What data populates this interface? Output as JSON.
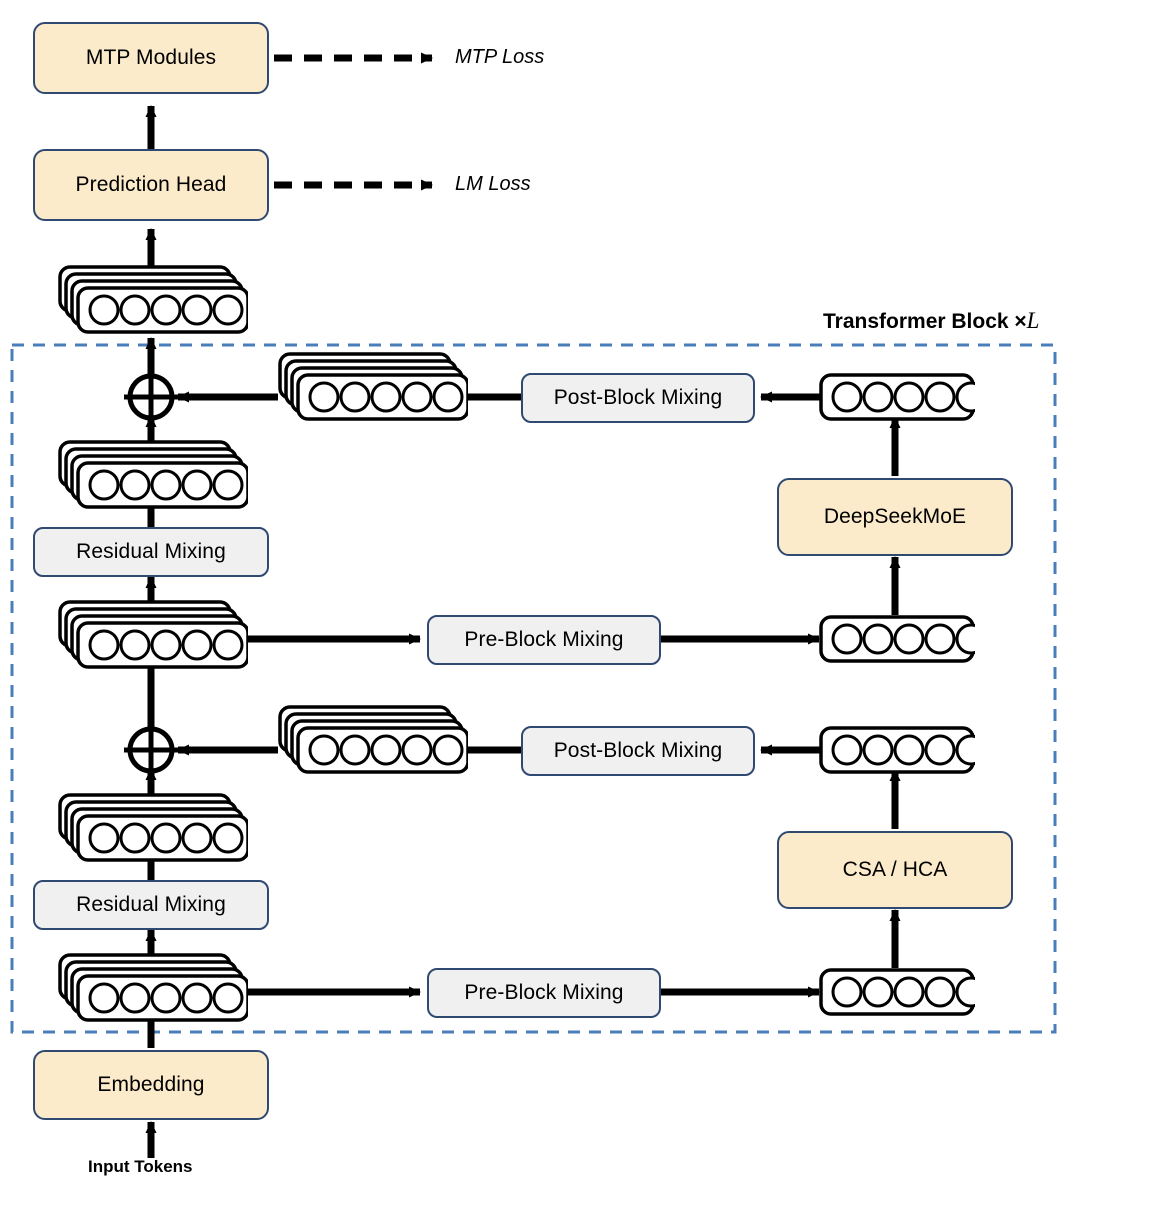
{
  "title": "DeepSeek-style Transformer Architecture Diagram",
  "colors": {
    "cream_fill": "#FCEBCB",
    "gray_fill": "#F0F0F0",
    "node_border": "#2F4970",
    "dashed_border": "#4A7EBB",
    "arrow": "#000000",
    "text": "#000000"
  },
  "nodes": {
    "mtp_modules": "MTP Modules",
    "prediction_head": "Prediction Head",
    "residual_mixing_upper": "Residual Mixing",
    "residual_mixing_lower": "Residual Mixing",
    "pre_block_mixing_upper": "Pre-Block Mixing",
    "pre_block_mixing_lower": "Pre-Block Mixing",
    "post_block_mixing_upper": "Post-Block Mixing",
    "post_block_mixing_lower": "Post-Block Mixing",
    "deepseekmoe": "DeepSeekMoE",
    "csa_hca": "CSA / HCA",
    "embedding": "Embedding"
  },
  "labels": {
    "mtp_loss": "MTP Loss",
    "lm_loss": "LM Loss",
    "transformer_block_prefix": "Transformer Block ",
    "transformer_block_mult": "×",
    "transformer_block_count": "L",
    "input_tokens": "Input Tokens"
  },
  "token_groups": {
    "tokens_per_group": 5,
    "stacked_layers": 4,
    "stacked": [
      {
        "name": "tokens-above-prediction-head"
      },
      {
        "name": "tokens-residual-top"
      },
      {
        "name": "tokens-post-block-upper"
      },
      {
        "name": "tokens-pre-block-upper"
      },
      {
        "name": "tokens-post-block-lower"
      },
      {
        "name": "tokens-residual-lower"
      },
      {
        "name": "tokens-pre-block-lower"
      }
    ],
    "single": [
      {
        "name": "tokens-moe-output"
      },
      {
        "name": "tokens-moe-input"
      },
      {
        "name": "tokens-attention-output"
      },
      {
        "name": "tokens-attention-input"
      }
    ]
  },
  "operators": {
    "add_upper": "⊕",
    "add_lower": "⊕"
  }
}
